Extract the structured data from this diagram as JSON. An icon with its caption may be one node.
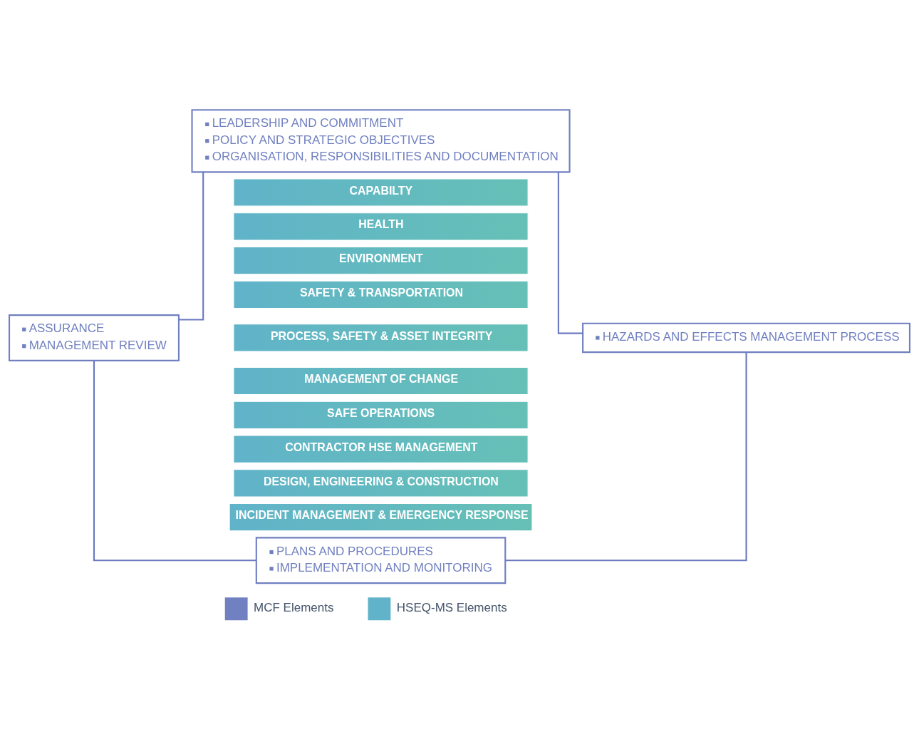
{
  "diagram": {
    "nodes": [
      {
        "text": [
          "LEADERSHIP AND COMMITMENT",
          "POLICY AND STRATEGIC OBJECTIVES",
          "ORGANISATION, RESPONSIBILITIES AND DOCUMENTATION"
        ]
      },
      {
        "text": [
          "CAPABILTY"
        ]
      },
      {
        "text": [
          "HEALTH"
        ]
      },
      {
        "text": [
          "ENVIRONMENT"
        ]
      },
      {
        "text": [
          "SAFETY & TRANSPORTATION"
        ]
      },
      {
        "text": [
          "PROCESS, SAFETY & ASSET INTEGRITY"
        ]
      },
      {
        "text": [
          "MANAGEMENT OF CHANGE"
        ]
      },
      {
        "text": [
          "SAFE OPERATIONS"
        ]
      },
      {
        "text": [
          "CONTRACTOR HSE MANAGEMENT"
        ]
      },
      {
        "text": [
          "DESIGN, ENGINEERING & CONSTRUCTION"
        ]
      },
      {
        "text": [
          "INCIDENT MANAGEMENT & EMERGENCY RESPONSE"
        ]
      },
      {
        "text": [
          "ASSURANCE",
          "MANAGEMENT REVIEW"
        ]
      },
      {
        "text": [
          "HAZARDS AND EFFECTS MANAGEMENT PROCESS"
        ]
      },
      {
        "text": [
          "PLANS AND PROCEDURES",
          "IMPLEMENTATION AND MONITORING"
        ]
      }
    ],
    "edges": [
      {
        "from": 0,
        "to": 12,
        "arrow": "none"
      },
      {
        "from": 12,
        "to": 13,
        "arrow": "none"
      },
      {
        "from": 13,
        "to": 11,
        "arrow": "none"
      },
      {
        "from": 11,
        "to": 0,
        "arrow": "none"
      }
    ],
    "legend": [
      {
        "text": "MCF Elements",
        "color": "#7080c0"
      },
      {
        "text": "HSEQ-MS Elements",
        "color": "#60b3c9"
      }
    ]
  }
}
